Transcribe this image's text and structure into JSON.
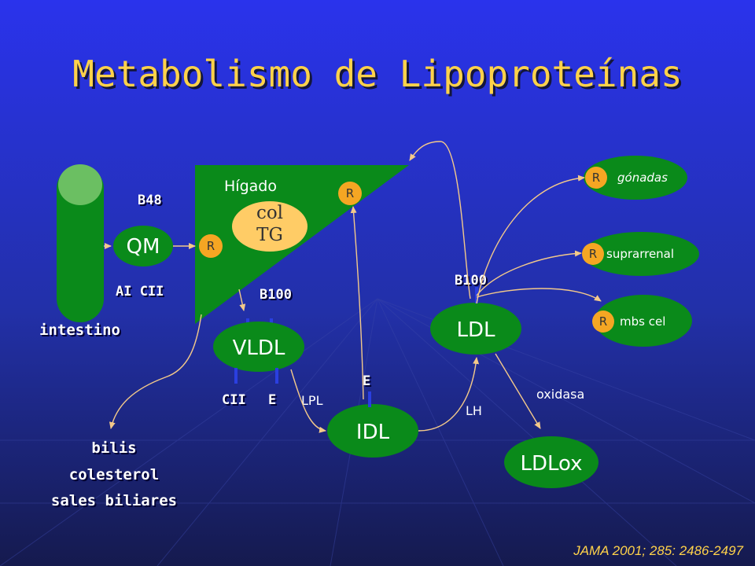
{
  "title": "Metabolismo de Lipoproteínas",
  "labels": {
    "intestino": "intestino",
    "b48": "B48",
    "ai_cii": "AI CII",
    "higado": "Hígado",
    "b100_liver": "B100",
    "b100_ldl": "B100",
    "cii": "CII",
    "e_vldl": "E",
    "lpl": "LPL",
    "e_idl": "E",
    "lh": "LH",
    "oxidasa": "oxidasa",
    "bilis": "bilis",
    "colesterol": "colesterol",
    "sales_biliares": "sales biliares"
  },
  "nodes": {
    "qm": "QM",
    "vldl": "VLDL",
    "idl": "IDL",
    "ldl": "LDL",
    "ldlox": "LDLox",
    "col": "col",
    "tg": "TG"
  },
  "receptors": {
    "r_label": "R",
    "gonadas": "gónadas",
    "suprarrenal": "suprarrenal",
    "mbs_cel": "mbs cel"
  },
  "reference": "JAMA 2001; 285: 2486-2497",
  "colors": {
    "background_top": "#2233d8",
    "background_bottom": "#1a1f5a",
    "node_green": "#0a8a1a",
    "title": "#ffd24a",
    "receptor": "#f5a623",
    "col_tg": "#ffcc66"
  }
}
